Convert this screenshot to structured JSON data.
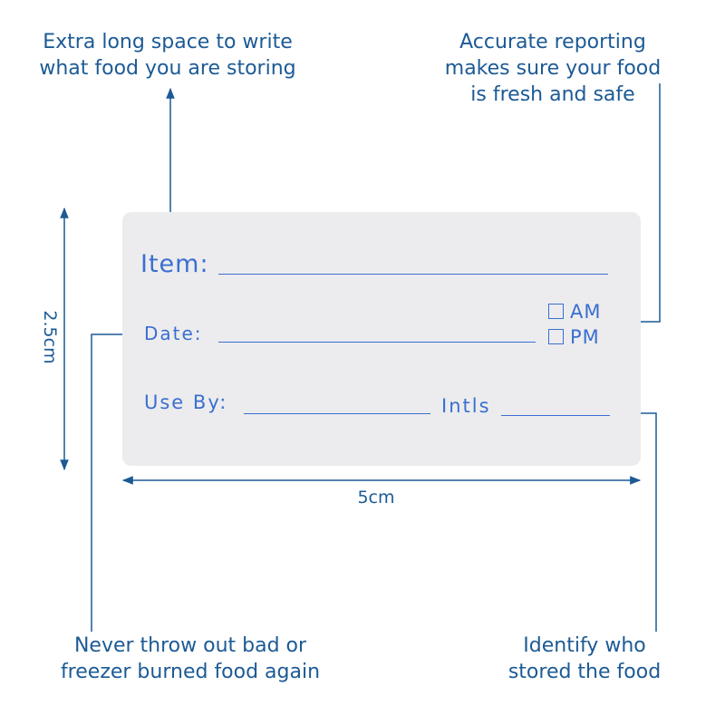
{
  "callouts": {
    "top_left": [
      "Extra long space to write",
      "what food you are storing"
    ],
    "top_right": [
      "Accurate reporting",
      "makes sure your food",
      "is fresh and safe"
    ],
    "bottom_left": [
      "Never throw out bad or",
      "freezer burned food again"
    ],
    "bottom_right": [
      "Identify who",
      "stored the food"
    ]
  },
  "dimensions": {
    "width": "5cm",
    "height": "2.5cm"
  },
  "label": {
    "item": "Item:",
    "date": "Date:",
    "use_by": "Use By:",
    "initials": "Intls",
    "am": "AM",
    "pm": "PM"
  },
  "colors": {
    "callout_text": "#1c5a95",
    "label_print": "#3a6fd0",
    "label_background": "#ececee"
  }
}
